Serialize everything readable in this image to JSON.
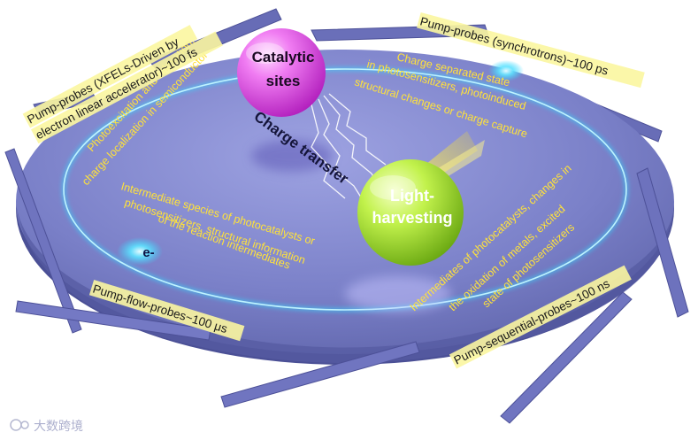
{
  "diagram": {
    "center_labels": {
      "catalytic_line1": "Catalytic",
      "catalytic_line2": "sites",
      "light_line1": "Light-",
      "light_line2": "harvesting",
      "charge_transfer": "Charge transfer",
      "electron": "e-"
    },
    "probes": {
      "xfel_line1": "Pump-probes (XFELs-Driven by",
      "xfel_line2": "electron linear accelerator)~100 fs",
      "synchrotron": "Pump-probes (synchrotrons)~100 ps",
      "sequential": "Pump-sequential-probes~100 ns",
      "flow": "Pump-flow-probes~100 μs"
    },
    "processes": {
      "photoexcitation_line1": "Photoexcitation and relaxation,",
      "photoexcitation_line2": "charge localization in semiconductor",
      "charge_sep_line1": "Charge separated state",
      "charge_sep_line2": "in photosensitizers, photoinduced",
      "charge_sep_line3": "structural changes or charge capture",
      "intermediates_line1": "Intermediates of photocatalysts, changes in",
      "intermediates_line2": "the oxidation of metals, excited",
      "intermediates_line3": "state of photosensitizers",
      "species_line1": "Intermediate species of photocatalysts or",
      "species_line2": "photosensitizers, structural information",
      "species_line3": "of the reaction intermediates"
    },
    "watermark": "大数跨境",
    "colors": {
      "plate": "#7a80c8",
      "plate_edge": "#5e63a8",
      "blade": "#6f74bf",
      "orbit": "#35d7ff",
      "process_text": "#ffe23a",
      "label_bg": "#fbf6a0",
      "catalytic": "#e24be8",
      "light": "#b7ef3a",
      "beam": "#ffee44"
    }
  }
}
